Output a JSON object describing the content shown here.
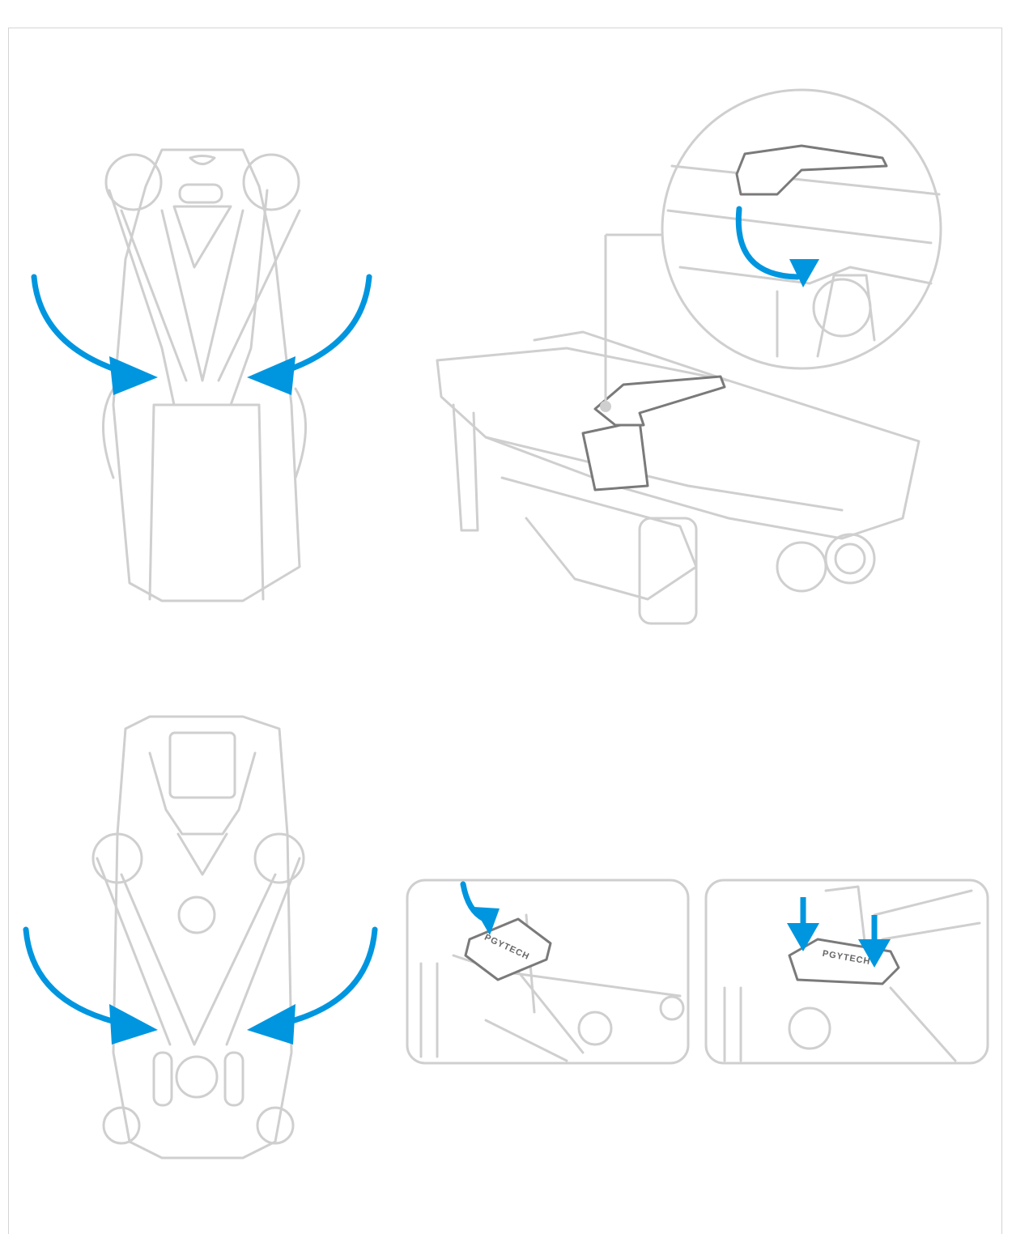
{
  "brand": {
    "logo_text": "PGYTECH"
  },
  "colors": {
    "arrow": "#0096df",
    "line_art": "#cfcfcf",
    "clip": "#7a7a7a",
    "frame": "#d4d4d4"
  },
  "steps": [
    {
      "id": "fold-front-arms",
      "icon": "drone-top-view-icon"
    },
    {
      "id": "attach-strap",
      "icon": "drone-side-view-icon"
    },
    {
      "id": "fold-rear-arms",
      "icon": "drone-bottom-view-icon"
    },
    {
      "id": "slide-clip",
      "icon": "clip-slide-icon"
    },
    {
      "id": "press-clip",
      "icon": "clip-press-icon"
    }
  ]
}
